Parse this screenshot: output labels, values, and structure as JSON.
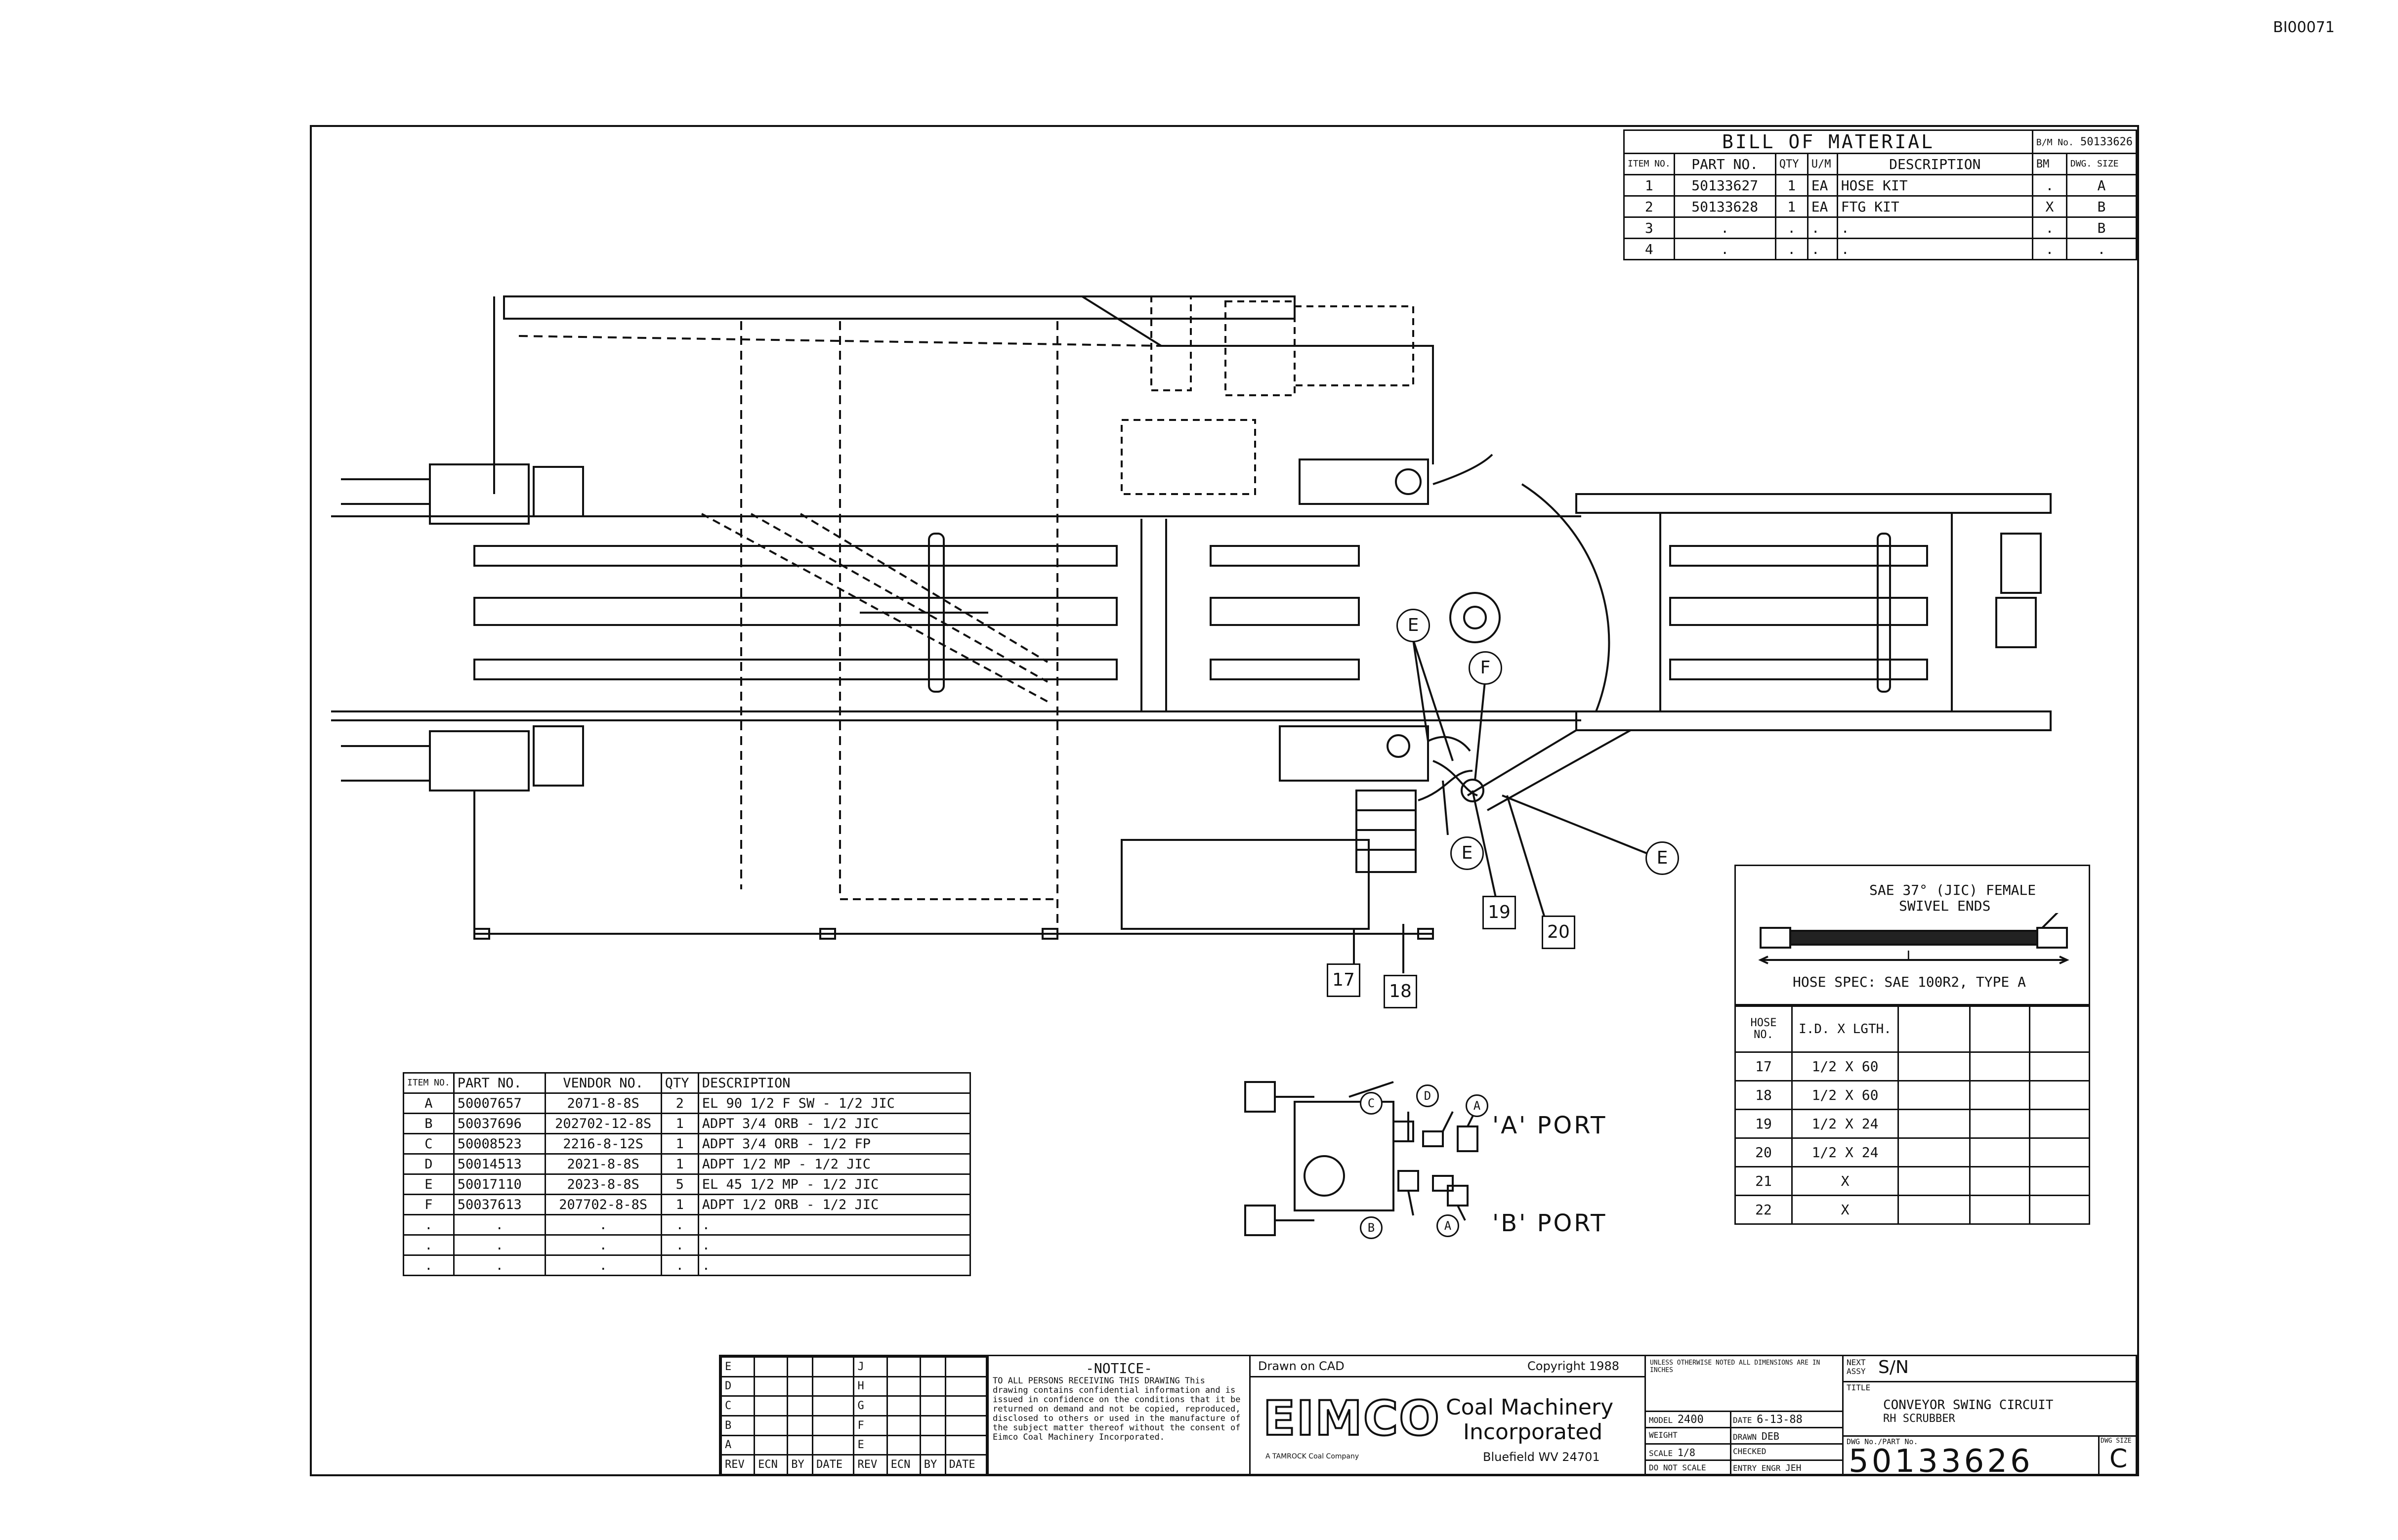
{
  "sheet_id": "BI00071",
  "bom": {
    "title": "BILL OF MATERIAL",
    "bm_no_label": "B/M No.",
    "bm_no": "50133626",
    "headers": [
      "ITEM NO.",
      "PART NO.",
      "QTY",
      "U/M",
      "DESCRIPTION",
      "BM",
      "DWG. SIZE"
    ],
    "rows": [
      [
        "1",
        "50133627",
        "1",
        "EA",
        "HOSE KIT",
        ".",
        "A"
      ],
      [
        "2",
        "50133628",
        "1",
        "EA",
        "FTG KIT",
        "X",
        "B"
      ],
      [
        "3",
        ".",
        ".",
        ".",
        ".",
        ".",
        "B"
      ],
      [
        "4",
        ".",
        ".",
        ".",
        ".",
        ".",
        "."
      ]
    ]
  },
  "callouts": {
    "e1": "E",
    "f": "F",
    "e2": "E",
    "e3": "E",
    "n17": "17",
    "n18": "18",
    "n19": "19",
    "n20": "20"
  },
  "parts": {
    "headers": [
      "ITEM NO.",
      "PART NO.",
      "VENDOR NO.",
      "QTY",
      "DESCRIPTION"
    ],
    "rows": [
      [
        "A",
        "50007657",
        "2071-8-8S",
        "2",
        "EL 90 1/2 F SW - 1/2 JIC"
      ],
      [
        "B",
        "50037696",
        "202702-12-8S",
        "1",
        "ADPT 3/4 ORB - 1/2 JIC"
      ],
      [
        "C",
        "50008523",
        "2216-8-12S",
        "1",
        "ADPT 3/4 ORB - 1/2 FP"
      ],
      [
        "D",
        "50014513",
        "2021-8-8S",
        "1",
        "ADPT 1/2 MP - 1/2 JIC"
      ],
      [
        "E",
        "50017110",
        "2023-8-8S",
        "5",
        "EL 45 1/2 MP - 1/2 JIC"
      ],
      [
        "F",
        "50037613",
        "207702-8-8S",
        "1",
        "ADPT 1/2 ORB - 1/2 JIC"
      ],
      [
        ".",
        ".",
        ".",
        ".",
        "."
      ],
      [
        ".",
        ".",
        ".",
        ".",
        "."
      ],
      [
        ".",
        ".",
        ".",
        ".",
        "."
      ]
    ]
  },
  "valve": {
    "port_a": "'A' PORT",
    "port_b": "'B' PORT",
    "c": "C",
    "d": "D",
    "a1": "A",
    "b": "B",
    "a2": "A"
  },
  "hose": {
    "ends_label_1": "SAE 37° (JIC) FEMALE",
    "ends_label_2": "SWIVEL ENDS",
    "length_label": "L",
    "spec": "HOSE SPEC: SAE 100R2, TYPE A",
    "headers": [
      "HOSE NO.",
      "I.D. X LGTH."
    ],
    "rows": [
      [
        "17",
        "1/2 X 60"
      ],
      [
        "18",
        "1/2 X 60"
      ],
      [
        "19",
        "1/2 X 24"
      ],
      [
        "20",
        "1/2 X 24"
      ],
      [
        "21",
        "X"
      ],
      [
        "22",
        "X"
      ]
    ]
  },
  "title_block": {
    "rev_letters": [
      "E",
      "D",
      "C",
      "B",
      "A"
    ],
    "rev_letters_2": [
      "J",
      "H",
      "G",
      "F",
      "E"
    ],
    "rev_headers": [
      "REV",
      "ECN",
      "BY",
      "DATE",
      "REV",
      "ECN",
      "BY",
      "DATE"
    ],
    "notice_title": "-NOTICE-",
    "notice_text": "TO ALL PERSONS RECEIVING THIS DRAWING This drawing contains confidential information and is issued in confidence on the conditions that it be returned on demand and not be copied, reproduced, disclosed to others or used in the manufacture of the subject matter thereof without the consent of Eimco Coal Machinery Incorporated.",
    "drawn_on": "Drawn on CAD",
    "copyright": "Copyright 1988",
    "logo": "EIMCO",
    "logo_sub": "A TAMROCK Coal Company",
    "company_1": "Coal Machinery",
    "company_2": "Incorporated",
    "city": "Bluefield WV 24701",
    "tolerance_note": "UNLESS OTHERWISE NOTED ALL DIMENSIONS ARE IN INCHES",
    "model_label": "MODEL",
    "model": "2400",
    "date_label": "DATE",
    "date": "6-13-88",
    "weight_label": "WEIGHT",
    "drawn_label": "DRAWN",
    "drawn": "DEB",
    "scale_label": "SCALE",
    "scale": "1/8",
    "checked_label": "CHECKED",
    "dont_scale": "DO NOT SCALE",
    "ecn_label": "ENTRY ENGR",
    "ecn": "JEH",
    "next_assy_label": "NEXT ASSY",
    "next_assy": "S/N",
    "title_label": "TITLE",
    "title_1": "CONVEYOR SWING CIRCUIT",
    "title_2": "RH SCRUBBER",
    "dwg_no_label": "DWG No./PART No.",
    "dwg_no": "50133626",
    "size_label": "DWG SIZE",
    "size": "C"
  }
}
